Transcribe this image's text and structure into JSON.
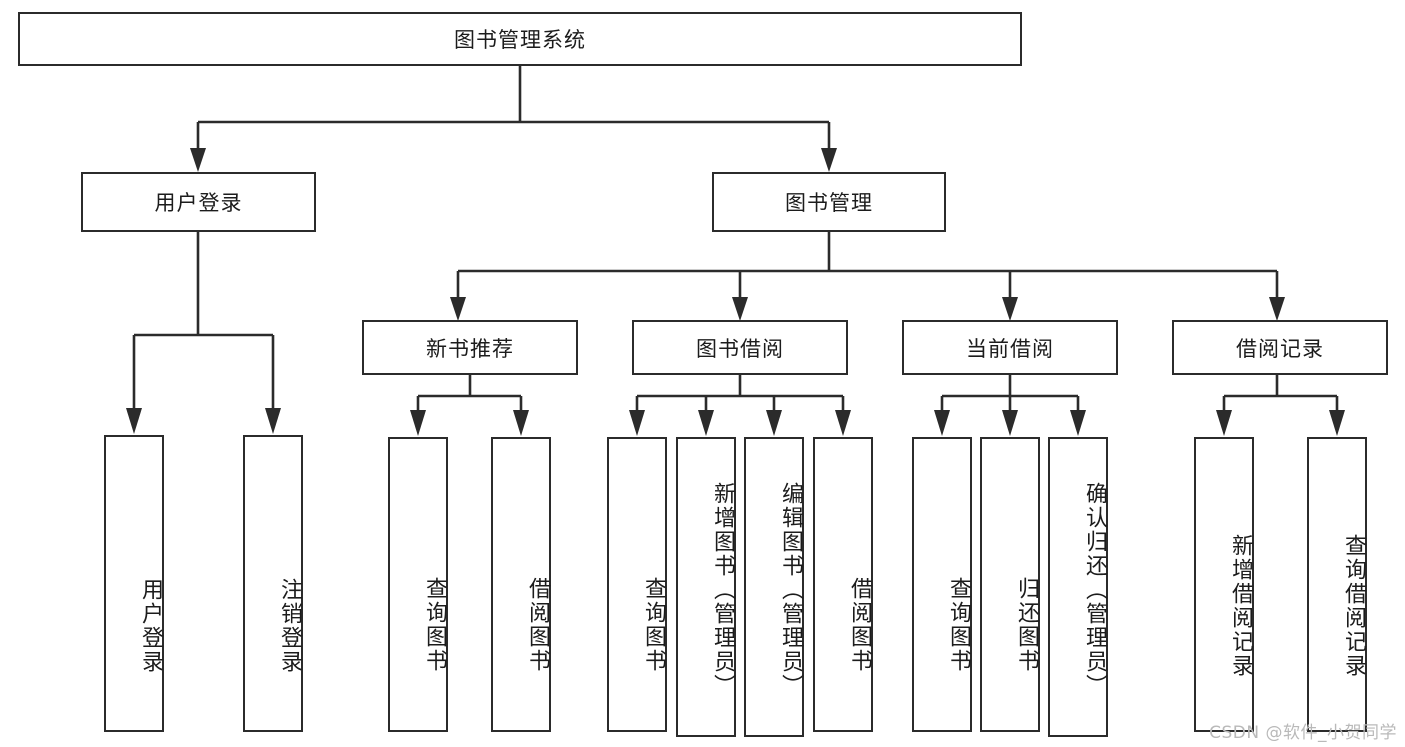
{
  "diagram": {
    "type": "tree-hierarchy",
    "title": "图书管理系统",
    "watermark": "CSDN @软件_小贺同学",
    "colors": {
      "stroke": "#2b2b2b",
      "fill": "#ffffff",
      "text": "#1c1c1c",
      "watermark": "#b9b9b9"
    },
    "root": {
      "id": "root",
      "label": "图书管理系统"
    },
    "level2": [
      {
        "id": "user-login",
        "label": "用户登录"
      },
      {
        "id": "book-manage",
        "label": "图书管理"
      }
    ],
    "level3": [
      {
        "id": "new-book-rec",
        "label": "新书推荐",
        "parent": "book-manage"
      },
      {
        "id": "book-borrow",
        "label": "图书借阅",
        "parent": "book-manage"
      },
      {
        "id": "current-borrow",
        "label": "当前借阅",
        "parent": "book-manage"
      },
      {
        "id": "borrow-record",
        "label": "借阅记录",
        "parent": "book-manage"
      }
    ],
    "leaves": [
      {
        "id": "leaf-user-login",
        "label": "用户登录",
        "parent": "user-login"
      },
      {
        "id": "leaf-logout",
        "label": "注销登录",
        "parent": "user-login"
      },
      {
        "id": "leaf-query-book-1",
        "label": "查询图书",
        "parent": "new-book-rec"
      },
      {
        "id": "leaf-borrow-book-1",
        "label": "借阅图书",
        "parent": "new-book-rec"
      },
      {
        "id": "leaf-query-book-2",
        "label": "查询图书",
        "parent": "book-borrow"
      },
      {
        "id": "leaf-add-book",
        "label": "新增图书（管理员）",
        "parent": "book-borrow"
      },
      {
        "id": "leaf-edit-book",
        "label": "编辑图书（管理员）",
        "parent": "book-borrow"
      },
      {
        "id": "leaf-borrow-book-2",
        "label": "借阅图书",
        "parent": "book-borrow"
      },
      {
        "id": "leaf-query-book-3",
        "label": "查询图书",
        "parent": "current-borrow"
      },
      {
        "id": "leaf-return-book",
        "label": "归还图书",
        "parent": "current-borrow"
      },
      {
        "id": "leaf-confirm-return",
        "label": "确认归还（管理员）",
        "parent": "current-borrow"
      },
      {
        "id": "leaf-add-record",
        "label": "新增借阅记录",
        "parent": "borrow-record"
      },
      {
        "id": "leaf-query-record",
        "label": "查询借阅记录",
        "parent": "borrow-record"
      }
    ]
  }
}
